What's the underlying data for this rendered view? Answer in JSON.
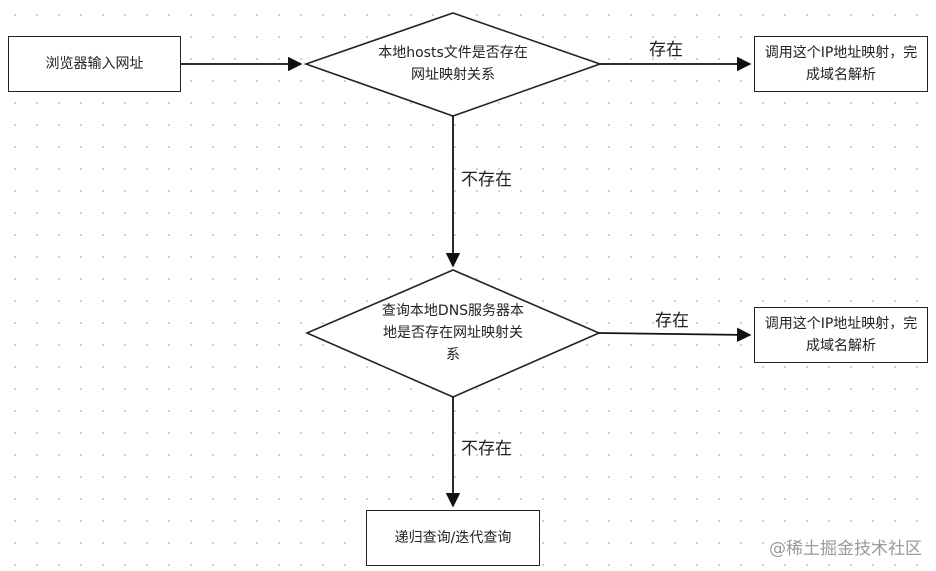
{
  "nodes": {
    "start": "浏览器输入网址",
    "check_hosts": "本地hosts文件是否存在网址映射关系",
    "resolve_1": "调用这个IP地址映射，完成域名解析",
    "check_dns": "查询本地DNS服务器本地是否存在网址映射关系",
    "resolve_2": "调用这个IP地址映射，完成域名解析",
    "recursive": "递归查询/迭代查询"
  },
  "edges": {
    "hosts_yes": "存在",
    "hosts_no": "不存在",
    "dns_yes": "存在",
    "dns_no": "不存在"
  },
  "watermark": "@稀土掘金技术社区"
}
